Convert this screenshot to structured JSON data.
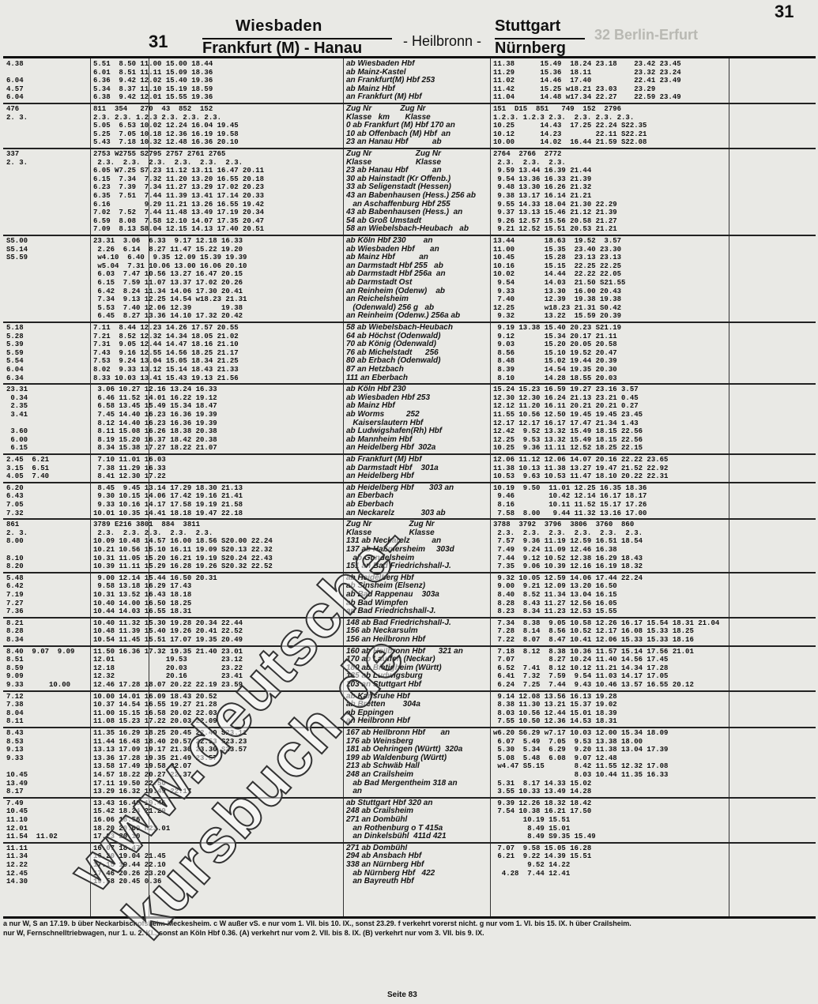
{
  "header": {
    "table_number": "31",
    "corner_number": "31",
    "origin_line1": "Wiesbaden",
    "origin_line2": "Frankfurt (M) - Hanau",
    "via": "- Heilbronn -",
    "dest_line1": "Stuttgart",
    "dest_line2": "Nürnberg",
    "ghost_text": "32 Berlin-Erfurt"
  },
  "sections": [
    {
      "left_times": "4.38\n\n6.04\n4.57\n6.04",
      "mid_times": "5.51  8.50 11.00 15.00 18.44\n6.01  8.51 11.11 15.09 18.36\n6.36  9.42 12.02 15.40 19.36\n5.34  8.37 11.10 15.19 18.59\n6.38  9.42 12.01 15.55 19.36",
      "stations": "ab Wiesbaden Hbf\nab Mainz-Kastel\nan Frankfurt(M) Hbf 253\nab Mainz Hbf\nan Frankfurt (M) Hbf",
      "right_times": "11.38      15.49  18.24 23.18    23.42 23.45\n11.29      15.36  18.11          23.32 23.24\n11.02      14.46  17.40          22.41 23.49\n11.42      15.25 w18.21 23.03    23.29\n11.04      14.48 w17.34 22.27    22.59 23.49"
    },
    {
      "left_times": "476\n2. 3.",
      "mid_times": "811  354   270  43  852  152\n2.3. 2.3. 1.2.3 2.3. 2.3. 2.3.\n5.05  6.53 10.02 12.24 16.04 19.45\n5.25  7.05 10.18 12.36 16.19 19.58\n5.43  7.18 10.32 12.48 16.36 20.10",
      "stations": "Zug Nr             Zug Nr\nKlasse   km       Klasse\n0 ab Frankfurt (M) Hbf 170 an\n10 ab Offenbach (M) Hbf  an\n23 an Hanau Hbf           ab",
      "right_times": "151  D15  851   749  152  2796\n1.2.3. 1.2.3 2.3.  2.3. 2.3. 2.3.\n10.25      14.43  17.25 22.24 S22.35\n10.12      14.23        22.11 S22.21\n10.00      14.02  16.44 21.59 S22.08"
    },
    {
      "left_times": "337\n2. 3.",
      "mid_times": "2753 W2755 S2795 2757 2761 2765\n 2.3.  2.3.  2.3.  2.3.  2.3.  2.3.\n6.05 W7.25 S7.23 11.12 13.11 16.47 20.11\n6.15  7.34  7.32 11.20 13.20 16.55 20.18\n6.23  7.39  7.34 11.27 13.29 17.02 20.23\n6.35  7.51  7.44 11.39 13.41 17.14 20.33\n6.16        9.29 11.21 13.26 16.55 19.42\n7.02  7.52  7.44 11.48 13.49 17.19 20.34\n6.59  8.08  7.58 12.10 14.07 17.35 20.47\n7.09  8.13 S8.04 12.15 14.13 17.40 20.51",
      "stations": "Zug Nr                    Zug Nr\nKlasse                    Klasse\n23 ab Hanau Hbf           an\n30 ab Hainstadt (Kr Offenb.)\n33 ab Seligenstadt (Hessen)\n43 an Babenhausen (Hess.) 256 ab\n   an Aschaffenburg Hbf 255\n43 ab Babenhausen (Hess.)  an\n54 ab Groß Umstadt\n58 an Wiebelsbach-Heubach   ab",
      "right_times": "2764  2766  2772\n 2.3.  2.3.  2.3.\n 9.59 13.44 16.39 21.44\n 9.54 13.36 16.33 21.39\n 9.48 13.30 16.26 21.32\n 9.38 13.17 16.14 21.21\n 9.55 14.33 18.04 21.30 22.29\n 9.37 13.13 15.46 21.12 21.39\n 9.26 12.57 15.56 20.58 21.27\n 9.21 12.52 15.51 20.53 21.21"
    },
    {
      "left_times": "S5.00\nS5.14\nS5.59",
      "mid_times": "23.31  3.06  6.33  9.17 12.18 16.33\n 2.26  6.14  8.27 11.47 15.22 19.20\n w4.10  6.40  9.35 12.09 15.39 19.39\n w5.04  7.31 10.06 13.00 16.06 20.10\n 6.03  7.47 10.56 13.27 16.47 20.15\n 6.15  7.59 11.07 13.37 17.02 20.26\n 6.42  8.24 11.34 14.06 17.30 20.41\n 7.34  9.13 12.25 14.54 w18.23 21.31\n 5.53  7.40 12.06 12.39       19.38\n 6.45  8.27 13.36 14.10 17.32 20.42",
      "stations": "ab Köln Hbf 230        an\nab Wiesbaden Hbf       an\nab Mainz Hbf           an\nan Darmstadt Hbf 255   ab\nab Darmstadt Hbf 256a  an\nab Darmstadt Ost\nan Reinheim (Odenw)    ab\nan Reichelsheim\n   (Odenwald) 256 g   ab\nan Reinheim (Odenw.) 256a ab",
      "right_times": "13.44       18.63  19.52  3.57\n11.00       15.35  23.40 23.30\n10.45       15.28  23.13 23.13\n10.16       15.15  22.25 22.25\n10.02       14.44  22.22 22.05\n 9.54       14.03  21.50 S21.55\n 9.33       13.30  16.00 20.43\n 7.40       12.39  19.38 19.38\n12.25       w18.23 21.31 S0.42\n 9.32       13.22  15.59 20.39"
    },
    {
      "left_times": "5.18\n5.28\n5.39\n5.59\n5.54\n6.04\n6.34",
      "mid_times": "7.11  8.44 12.23 14.26 17.57 20.55\n7.21  8.52 12.32 14.34 18.05 21.02\n7.31  9.05 12.44 14.47 18.16 21.10\n7.43  9.16 12.55 14.56 18.25 21.17\n7.53  9.24 13.04 15.05 18.34 21.25\n8.02  9.33 13.12 15.14 18.43 21.33\n8.33 10.03 13.41 15.43 19.13 21.56",
      "stations": "58 ab Wiebelsbach-Heubach\n64 ab Höchst (Odenwald)\n70 ab König (Odenwald)\n76 ab Michelstadt      256\n80 ab Erbach (Odenwald)\n87 an Hetzbach\n111 an Eberbach",
      "right_times": " 9.19 13.38 15.40 20.23 S21.19\n 9.12       15.34 20.17 21.11\n 9.03       15.20 20.05 20.58\n 8.56       15.10 19.52 20.47\n 8.48       15.02 19.44 20.39\n 8.39       14.54 19.35 20.30\n 8.10       14.28 18.55 20.03"
    },
    {
      "left_times": "23.31\n 0.34\n 2.35\n 3.41\n\n 3.60\n 6.00\n 6.15",
      "mid_times": " 3.06 10.27 12.16 13.24 16.33\n 6.46 11.52 14.01 16.22 19.12\n 6.58 13.45 15.49 15.34 18.47\n 7.45 14.40 16.23 16.36 19.39\n 8.12 14.40 16.23 16.36 19.39\n 8.11 15.08 16.26 18.38 20.38\n 8.19 15.20 16.37 18.42 20.38\n 8.34 15.38 17.27 18.22 21.07",
      "stations": "ab Köln Hbf 230\nab Wiesbaden Hbf 253\nab Mainz Hbf\nab Worms          252\n   Kaiserslautern Hbf\nab Ludwigshafen(Rh) Hbf\nab Mannheim Hbf\nan Heidelberg Hbf  302a",
      "right_times": "15.24 15.23 16.59 19.27 23.16 3.57\n12.30 12.30 16.24 21.13 23.21 0.45\n12.12 11.20 16.11 20.21 20.21 0.27\n11.55 10.56 12.50 19.45 19.45 23.45\n12.17 12.17 16.17 17.47 21.34 1.43\n12.42  9.52 13.32 15.49 18.15 22.56\n12.25  9.53 13.32 15.49 18.15 22.56\n10.25  9.36 11.11 12.52 18.25 22.15"
    },
    {
      "left_times": "2.45  6.21\n3.15  6.51\n4.05  7.40",
      "mid_times": " 7.10 11.01 16.03\n 7.38 11.29 16.33\n 8.41 12.30 17.22",
      "stations": "ab Frankfurt (M) Hbf\nab Darmstadt Hbf    301a\nan Heidelberg Hbf",
      "right_times": "12.06 11.12 12.06 14.07 20.16 22.22 23.65\n11.38 10.13 11.38 13.27 19.47 21.52 22.92\n10.53  9.63 10.53 11.47 18.10 20.22 22.31"
    },
    {
      "left_times": "6.20\n6.43\n7.05\n7.32",
      "mid_times": " 8.45  9.45 13.14 17.29 18.30 21.13\n 9.30 10.15 14.06 17.42 19.16 21.41\n 9.33 10.16 14.17 17.58 19.19 21.58\n10.01 10.35 14.41 18.18 19.47 22.18",
      "stations": "ab Heidelberg Hbf       303 an\nan Eberbach\nab Eberbach\nan Neckarelz            303 ab",
      "right_times": "10.19  9.50  11.01 12.25 16.35 18.36\n 9.46        10.42 12.14 16.17 18.17\n 8.16        10.11 11.52 15.17 17.26\n 7.58  8.00   9.44 11.32 13.16 17.00"
    },
    {
      "left_times": "861\n2. 3.\n8.00\n\n8.10\n8.20",
      "mid_times": "3789 E216 3801  884  3811\n 2.3.  2.3. 2.3.  2.3.  2.3.\n10.09 10.48 14.57 16.00 18.56 S20.00 22.24\n10.21 10.56 15.10 16.11 19.09 S20.13 22.32\n10.31 11.05 15.20 16.21 19.19 S20.24 22.43\n10.39 11.11 15.29 16.28 19.26 S20.32 22.52",
      "stations": "Zug Nr                 Zug Nr\nKlasse                 Klasse\n131 ab Neckarelz          an\n137 ab Haßmersheim     303d\n   ab Gundelsheim\n151 an Bad Friedrichshall-J.",
      "right_times": "3788  3792  3796  3806  3760  860\n 2.3.  2.3.  2.3.  2.3.  2.3.  2.3.\n 7.57  9.36 11.19 12.59 16.51 18.54\n 7.49  9.24 11.09 12.46 16.38\n 7.44  9.12 10.52 12.38 16.29 18.43\n 7.35  9.06 10.39 12.16 16.19 18.32"
    },
    {
      "left_times": "5.48\n6.42\n7.19\n7.27\n7.36",
      "mid_times": " 9.00 12.14 15.44 16.50 20.31\n 9.58 13.18 16.29 17.43\n10.31 13.52 16.43 18.18\n10.40 14.00 16.50 18.25\n10.44 14.03 16.55 18.31",
      "stations": "ab Heidelberg Hbf\nab Sinsheim (Elsenz)\nab Bad Rappenau    303a\nab Bad Wimpfen\nan Bad Friedrichshall-J.",
      "right_times": " 9.32 10.05 12.59 14.06 17.44 22.24\n 9.00  9.21 12.09 13.20 16.50\n 8.40  8.52 11.34 13.04 16.15\n 8.28  8.43 11.27 12.56 16.05\n 8.23  8.34 11.23 12.53 15.55"
    },
    {
      "left_times": "8.21\n8.28\n8.34",
      "mid_times": "10.40 11.32 15.30 19.28 20.34 22.44\n10.48 11.39 15.40 19.26 20.41 22.52\n10.54 11.45 15.51 17.07 19.35 20.49",
      "stations": "148 ab Bad Friedrichshall-J.\n156 ab Neckarsulm\n156 an Heilbronn Hbf",
      "right_times": " 7.34  8.38  9.05 10.58 12.26 16.17 15.54 18.31 21.04\n 7.28  8.14  8.56 10.52 12.17 16.08 15.33 18.25\n 7.22  8.07  8.47 10.41 12.06 15.33 15.33 18.16"
    },
    {
      "left_times": "8.40  9.07  9.09\n8.51\n8.59\n9.09\n9.33      10.00",
      "mid_times": "11.50 16.36 17.32 19.35 21.40 23.01\n12.01            19.53        23.12\n12.18            20.03        23.22\n12.32            20.16        23.41\n12.46 17.28 18.07 20.22 22.19 23.59",
      "stations": "160 ab Heilbronn Hbf      321 an\n170 ab Lauffen (Neckar)\n180 ab Bietigheim (Württ)\n185 ab Ludwigsburg\n203 an Stuttgart Hbf",
      "right_times": " 7.18  8.12  8.38 10.36 11.57 15.14 17.56 21.01\n 7.07        8.27 10.24 11.40 14.56 17.45\n 6.52  7.41  8.12 10.12 11.21 14.34 17.28\n 6.41  7.32  7.59  9.54 11.03 14.17 17.05\n 6.24  7.25  7.44  9.43 10.46 13.57 16.55 20.12"
    },
    {
      "left_times": "7.12\n7.38\n8.04\n8.11",
      "mid_times": "10.00 14.01 16.09 18.43 20.52\n10.37 14.54 16.55 19.27 21.28\n11.00 15.15 16.58 20.02 22.03\n11.08 15.23 17.22 20.03 22.09",
      "stations": "ab Karlsruhe Hbf\nab Bretten        304a\nab Eppingen\nan Heilbronn Hbf",
      "right_times": " 9.14 12.08 13.56 16.13 19.28\n 8.38 11.30 13.21 15.37 19.02\n 8.03 10.56 12.44 15.01 18.39\n 7.55 10.50 12.36 14.53 18.31"
    },
    {
      "left_times": "8.43\n8.53\n9.13\n9.33\n\n10.45\n13.49\n8.17",
      "mid_times": "11.35 16.29 18.25 20.45 22.40 S23.11\n11.44 16.48 18.40 20.57 22.53 S23.23\n13.13 17.09 19.17 21.30 23.30 S23.57\n13.36 17.28 19.35 21.49 23.57\n13.58 17.49 19.58 22.07\n14.57 18.22 20.27 22.37\n17.11 19.50 22.50\n13.29 16.32 19.49 22.17",
      "stations": "167 ab Heilbronn Hbf       an\n176 ab Weinsberg\n181 ab Oehringen (Württ)  320a\n199 ab Waldenburg (Württ)\n213 ab Schwäb Hall\n248 an Crailsheim\n   ab Bad Mergentheim 318 an\n   an",
      "right_times": "w6.20 S6.29 w7.17 10.03 12.00 15.34 18.09\n 6.07  5.49  7.05  9.53 13.38 18.00\n 5.30  5.34  6.29  9.20 11.38 13.04 17.39\n 5.08  5.48  6.08  9.07 12.48\n w4.47 S5.15       8.42 11.55 12.32 17.08\n                   8.03 10.44 11.35 16.33\n 5.31  8.17 14.33 15.02\n 3.55 10.33 13.49 14.28"
    },
    {
      "left_times": "7.49\n10.45\n11.10\n12.01\n11.54  11.02",
      "mid_times": "13.43 16.46 19.46\n15.42 18.24 21.29\n16.06 18.56\n18.20 20.09 h23.01\n17.23 20.10",
      "stations": "ab Stuttgart Hbf 320 an\n248 ab Crailsheim\n271 an Dombühl\n   an Rothenburg o T 415a\n   an Dinkelsbühl  411d 421",
      "right_times": " 9.39 12.26 18.32 18.42\n 7.54 10.38 16.21 17.50\n       10.19 15.51\n        8.49 15.01\n        8.49 S9.35 15.49"
    },
    {
      "left_times": "11.11\n11.34\n12.22\n12.45\n14.30",
      "mid_times": "16.07 18.47\n16.20 19.04 21.45\n17.15 19.44 22.10\n17.46 20.26 23.20\n19.58 20.45 0.36",
      "stations": "271 ab Dombühl\n294 ab Ansbach Hbf\n338 an Nürnberg Hbf\n   ab Nürnberg Hbf   422\n   an Bayreuth Hbf",
      "right_times": " 7.07  9.58 15.05 16.28\n 6.21  9.22 14.39 15.51\n        9.52 14.22\n  4.28  7.44 12.41"
    }
  ],
  "footnotes": {
    "line1": "a nur W, S an 17.19.   b über Neckarbischofsheim-Meckesheim.   c W außer vS.   e nur vom 1. VII. bis 10. IX., sonst 23.29.   f verkehrt vorerst nicht.   g nur vom 1. VI. bis 15. IX.   h über Crailsheim.",
    "line2": "nur W, Fernschnelltriebwagen, nur 1. u. 2. Kl., sonst an Köln Hbf 0.36.   (A) verkehrt nur vom 2. VII. bis 8. IX.   (B) verkehrt nur vom 3. VII. bis 9. IX."
  },
  "page_number": "Seite 83",
  "watermark": "www.deutsche-kursbuch.de"
}
